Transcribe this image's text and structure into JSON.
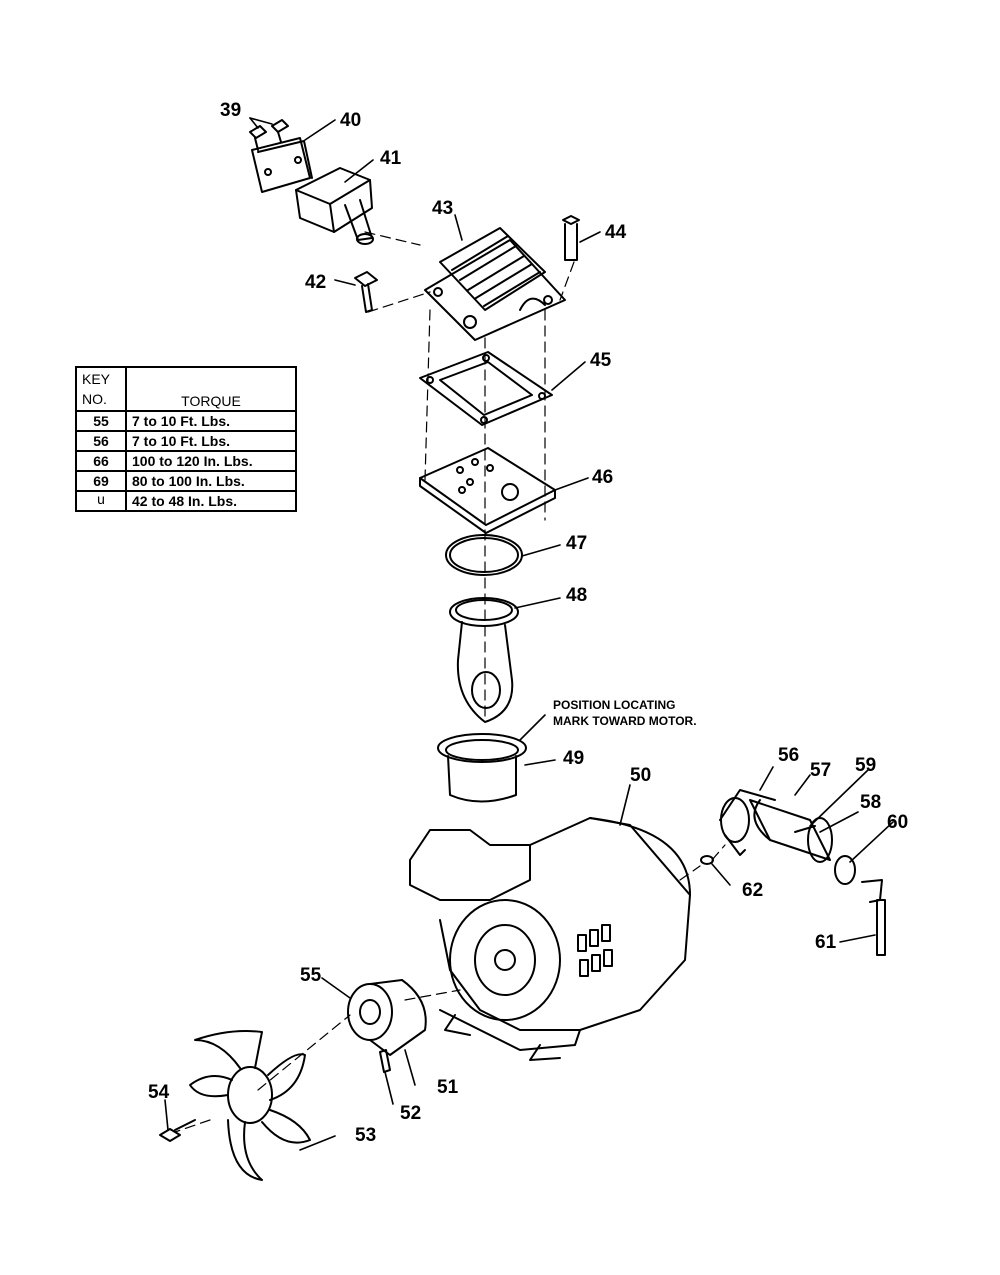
{
  "torque_table": {
    "header": {
      "key_top": "KEY",
      "key_bottom": "NO.",
      "torque": "TORQUE"
    },
    "rows": [
      {
        "key": "55",
        "torque": "7 to 10 Ft. Lbs."
      },
      {
        "key": "56",
        "torque": "7 to 10 Ft. Lbs."
      },
      {
        "key": "66",
        "torque": "100 to 120 In. Lbs."
      },
      {
        "key": "69",
        "torque": "80 to 100 In. Lbs."
      },
      {
        "key": "u",
        "torque": "42 to 48 In. Lbs."
      }
    ]
  },
  "note": {
    "line1": "POSITION LOCATING",
    "line2": "MARK TOWARD MOTOR."
  },
  "callouts": {
    "c39": "39",
    "c40": "40",
    "c41": "41",
    "c42": "42",
    "c43": "43",
    "c44": "44",
    "c45": "45",
    "c46": "46",
    "c47": "47",
    "c48": "48",
    "c49": "49",
    "c50": "50",
    "c51": "51",
    "c52": "52",
    "c53": "53",
    "c54": "54",
    "c55": "55",
    "c56": "56",
    "c57": "57",
    "c58": "58",
    "c59": "59",
    "c60": "60",
    "c61": "61",
    "c62": "62"
  }
}
